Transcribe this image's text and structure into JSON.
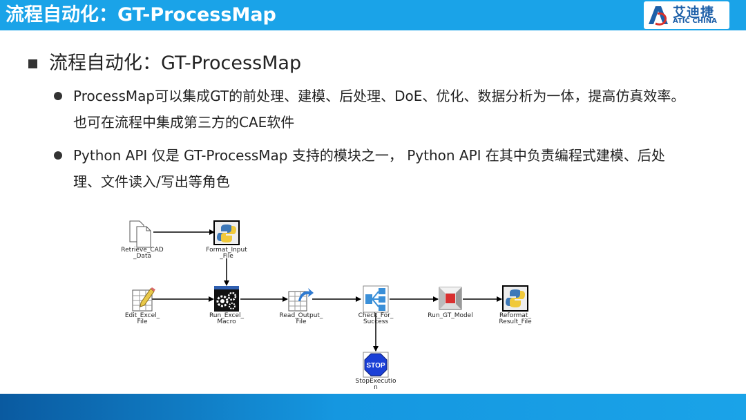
{
  "header": {
    "title": "流程自动化：GT-ProcessMap"
  },
  "logo": {
    "cn": "艾迪捷",
    "en": "ATIC CHINA"
  },
  "content": {
    "main_bullet": "流程自动化：GT-ProcessMap",
    "bullets": [
      "ProcessMap可以集成GT的前处理、建模、后处理、DoE、优化、数据分析为一体，提高仿真效率。也可在流程中集成第三方的CAE软件",
      "Python API 仅是 GT-ProcessMap 支持的模块之一， Python API 在其中负责编程式建模、后处理、文件读入/写出等角色"
    ]
  },
  "diagram": {
    "nodes": [
      {
        "id": "retrieve",
        "label": "Retrieve_CAD\n_Data",
        "icon": "document-icon"
      },
      {
        "id": "format",
        "label": "Format_Input\n_File",
        "icon": "python-icon"
      },
      {
        "id": "edit",
        "label": "Edit_Excel_\nFile",
        "icon": "excel-edit-icon"
      },
      {
        "id": "macro",
        "label": "Run_Excel_\nMacro",
        "icon": "gears-icon"
      },
      {
        "id": "read",
        "label": "Read_Output_\nFile",
        "icon": "table-read-icon"
      },
      {
        "id": "check",
        "label": "Check_For_\nSuccess",
        "icon": "branch-icon"
      },
      {
        "id": "rungt",
        "label": "Run_GT_Model",
        "icon": "gt-model-icon"
      },
      {
        "id": "reformat",
        "label": "Reformat_\nResult_File",
        "icon": "python-icon"
      },
      {
        "id": "stop",
        "label": "StopExecutio\nn",
        "icon": "stop-icon",
        "icon_text": "STOP"
      }
    ]
  },
  "colors": {
    "header": "#1aa3e8",
    "logo": "#1d5fa8",
    "stop": "#1a3fd6",
    "gt_red": "#d93030"
  }
}
